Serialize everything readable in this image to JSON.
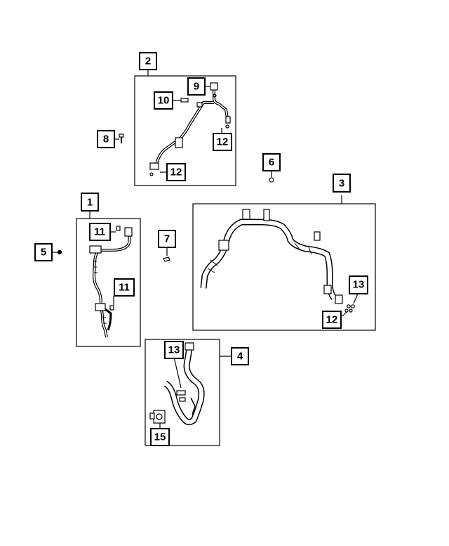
{
  "callouts": {
    "c1": "1",
    "c2": "2",
    "c3": "3",
    "c4": "4",
    "c5": "5",
    "c6": "6",
    "c7": "7",
    "c8": "8",
    "c9": "9",
    "c10": "10",
    "c11a": "11",
    "c11b": "11",
    "c12a": "12",
    "c12b": "12",
    "c12c": "12",
    "c13a": "13",
    "c13b": "13",
    "c15": "15"
  },
  "colors": {
    "line": "#000000",
    "fill": "#ffffff"
  }
}
